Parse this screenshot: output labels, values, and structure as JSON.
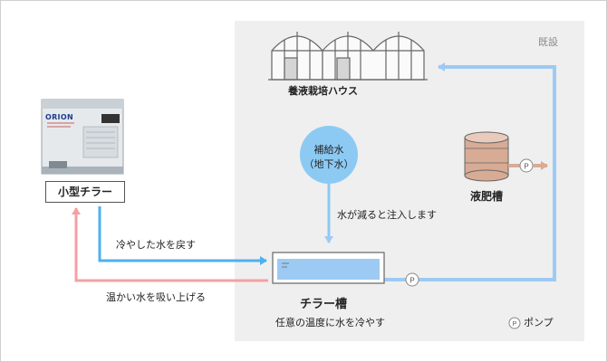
{
  "labels": {
    "existing": "既設",
    "greenhouse": "養液栽培ハウス",
    "water_supply_line1": "補給水",
    "water_supply_line2": "（地下水）",
    "fertilizer_tank": "液肥槽",
    "water_decreases": "水が減ると注入します",
    "return_cooled": "冷やした水を戻す",
    "suck_warm": "温かい水を吸い上げる",
    "chiller_tank": "チラー槽",
    "chiller_tank_desc": "任意の温度に水を冷やす",
    "small_chiller": "小型チラー",
    "pump_legend": "ポンプ",
    "pump_symbol": "P",
    "brand": "ORION"
  },
  "colors": {
    "cool_water": "#4fb0f0",
    "warm_water": "#f4a0a4",
    "loop": "#9dcaf3",
    "supply_circle": "#8ccaf4",
    "fertilizer": "#d8ab94",
    "existing_bg": "#efefef"
  }
}
